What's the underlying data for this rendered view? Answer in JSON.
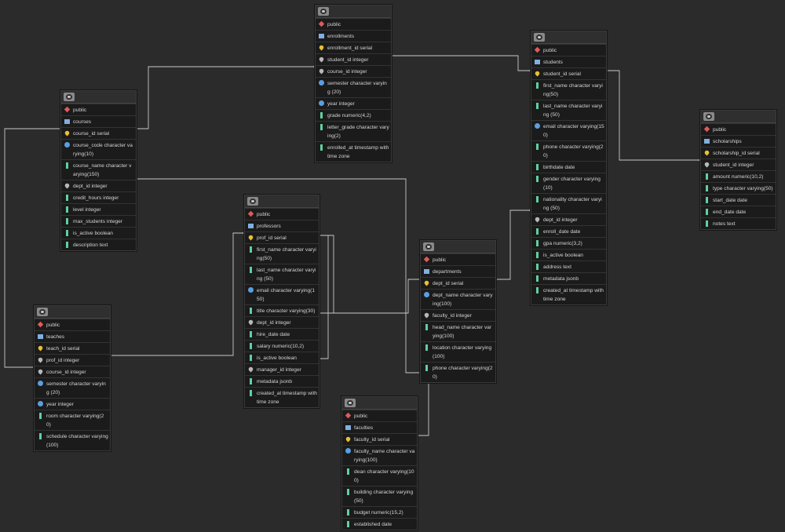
{
  "tables": [
    {
      "id": "enrollments",
      "rows": [
        {
          "icon": "schema",
          "text": "public"
        },
        {
          "icon": "table",
          "text": "enrollments"
        },
        {
          "icon": "pk",
          "text": "enrollment_id serial"
        },
        {
          "icon": "fk",
          "text": "student_id integer"
        },
        {
          "icon": "fk",
          "text": "course_id integer"
        },
        {
          "icon": "num",
          "text": "semester character varying (20)"
        },
        {
          "icon": "num",
          "text": "year integer"
        },
        {
          "icon": "col",
          "text": "grade numeric(4,2)"
        },
        {
          "icon": "col",
          "text": "letter_grade character varying(2)"
        },
        {
          "icon": "col",
          "text": "enrolled_at timestamp with time zone"
        }
      ]
    },
    {
      "id": "students",
      "rows": [
        {
          "icon": "schema",
          "text": "public"
        },
        {
          "icon": "table",
          "text": "students"
        },
        {
          "icon": "pk",
          "text": "student_id serial"
        },
        {
          "icon": "col",
          "text": "first_name character varying(50)"
        },
        {
          "icon": "col",
          "text": "last_name character varying (50)"
        },
        {
          "icon": "num",
          "text": "email character varying(150)"
        },
        {
          "icon": "col",
          "text": "phone character varying(20)"
        },
        {
          "icon": "col",
          "text": "birthdate date"
        },
        {
          "icon": "col",
          "text": "gender character varying(10)"
        },
        {
          "icon": "col",
          "text": "nationality character varying (50)"
        },
        {
          "icon": "fk",
          "text": "dept_id integer"
        },
        {
          "icon": "col",
          "text": "enroll_date date"
        },
        {
          "icon": "col",
          "text": "gpa numeric(3,2)"
        },
        {
          "icon": "col",
          "text": "is_active boolean"
        },
        {
          "icon": "col",
          "text": "address text"
        },
        {
          "icon": "col",
          "text": "metadata jsonb"
        },
        {
          "icon": "col",
          "text": "created_at timestamp with time zone"
        }
      ]
    },
    {
      "id": "scholarships",
      "rows": [
        {
          "icon": "schema",
          "text": "public"
        },
        {
          "icon": "table",
          "text": "scholarships"
        },
        {
          "icon": "pk",
          "text": "scholarship_id serial"
        },
        {
          "icon": "fk",
          "text": "student_id integer"
        },
        {
          "icon": "col",
          "text": "amount numeric(10,2)"
        },
        {
          "icon": "col",
          "text": "type character varying(50)"
        },
        {
          "icon": "col",
          "text": "start_date date"
        },
        {
          "icon": "col",
          "text": "end_date date"
        },
        {
          "icon": "col",
          "text": "notes text"
        }
      ]
    },
    {
      "id": "courses",
      "rows": [
        {
          "icon": "schema",
          "text": "public"
        },
        {
          "icon": "table",
          "text": "courses"
        },
        {
          "icon": "pk",
          "text": "course_id serial"
        },
        {
          "icon": "num",
          "text": "course_code character varying(10)"
        },
        {
          "icon": "col",
          "text": "course_name character varying(150)"
        },
        {
          "icon": "fk",
          "text": "dept_id integer"
        },
        {
          "icon": "col",
          "text": "credit_hours integer"
        },
        {
          "icon": "col",
          "text": "level integer"
        },
        {
          "icon": "col",
          "text": "max_students integer"
        },
        {
          "icon": "col",
          "text": "is_active boolean"
        },
        {
          "icon": "col",
          "text": "description text"
        }
      ]
    },
    {
      "id": "professors",
      "rows": [
        {
          "icon": "schema",
          "text": "public"
        },
        {
          "icon": "table",
          "text": "professors"
        },
        {
          "icon": "pk",
          "text": "prof_id serial"
        },
        {
          "icon": "col",
          "text": "first_name character varying(50)"
        },
        {
          "icon": "col",
          "text": "last_name character varying (50)"
        },
        {
          "icon": "num",
          "text": "email character varying(150)"
        },
        {
          "icon": "col",
          "text": "title character varying(30)"
        },
        {
          "icon": "fk",
          "text": "dept_id integer"
        },
        {
          "icon": "col",
          "text": "hire_date date"
        },
        {
          "icon": "col",
          "text": "salary numeric(10,2)"
        },
        {
          "icon": "col",
          "text": "is_active boolean"
        },
        {
          "icon": "fk",
          "text": "manager_id integer"
        },
        {
          "icon": "col",
          "text": "metadata jsonb"
        },
        {
          "icon": "col",
          "text": "created_at timestamp with time zone"
        }
      ]
    },
    {
      "id": "departments",
      "rows": [
        {
          "icon": "schema",
          "text": "public"
        },
        {
          "icon": "table",
          "text": "departments"
        },
        {
          "icon": "pk",
          "text": "dept_id serial"
        },
        {
          "icon": "num",
          "text": "dept_name character varying(100)"
        },
        {
          "icon": "fk",
          "text": "faculty_id integer"
        },
        {
          "icon": "col",
          "text": "head_name character varying(100)"
        },
        {
          "icon": "col",
          "text": "location character varying(100)"
        },
        {
          "icon": "col",
          "text": "phone character varying(20)"
        }
      ]
    },
    {
      "id": "teaches",
      "rows": [
        {
          "icon": "schema",
          "text": "public"
        },
        {
          "icon": "table",
          "text": "teaches"
        },
        {
          "icon": "pk",
          "text": "teach_id serial"
        },
        {
          "icon": "fk",
          "text": "prof_id integer"
        },
        {
          "icon": "fk",
          "text": "course_id integer"
        },
        {
          "icon": "num",
          "text": "semester character varying (20)"
        },
        {
          "icon": "num",
          "text": "year integer"
        },
        {
          "icon": "col",
          "text": "room character varying(20)"
        },
        {
          "icon": "col",
          "text": "schedule character varying (100)"
        }
      ]
    },
    {
      "id": "faculties",
      "rows": [
        {
          "icon": "schema",
          "text": "public"
        },
        {
          "icon": "table",
          "text": "faculties"
        },
        {
          "icon": "pk",
          "text": "faculty_id serial"
        },
        {
          "icon": "num",
          "text": "faculty_name character varying(100)"
        },
        {
          "icon": "col",
          "text": "dean character varying(100)"
        },
        {
          "icon": "col",
          "text": "building character varying(50)"
        },
        {
          "icon": "col",
          "text": "budget numeric(15,2)"
        },
        {
          "icon": "col",
          "text": "established date"
        }
      ]
    }
  ]
}
